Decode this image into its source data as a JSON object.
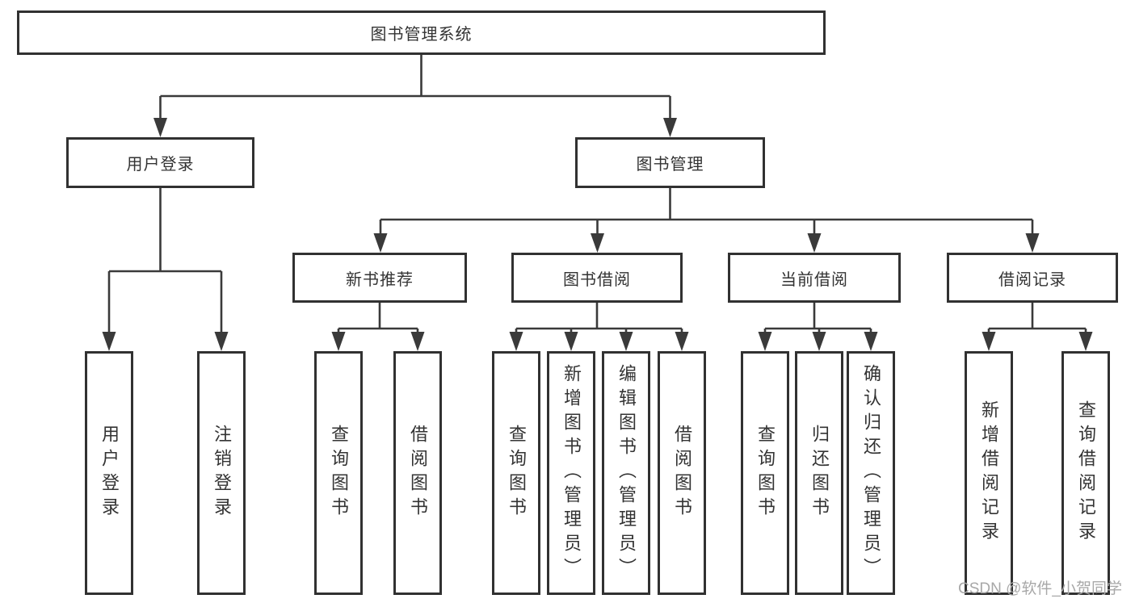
{
  "nodes": {
    "root": {
      "id": "library-management-system",
      "label": "图书管理系统"
    },
    "level2": [
      {
        "id": "user-login",
        "label": "用户登录",
        "parent": "图书管理系统"
      },
      {
        "id": "book-management",
        "label": "图书管理",
        "parent": "图书管理系统"
      }
    ],
    "level3": [
      {
        "id": "new-book-recommend",
        "label": "新书推荐",
        "parent": "图书管理"
      },
      {
        "id": "book-borrowing",
        "label": "图书借阅",
        "parent": "图书管理"
      },
      {
        "id": "current-borrowing",
        "label": "当前借阅",
        "parent": "图书管理"
      },
      {
        "id": "borrowing-records",
        "label": "借阅记录",
        "parent": "图书管理"
      }
    ],
    "leaves": [
      {
        "id": "user-login-leaf",
        "label": "用户登录",
        "parent": "用户登录"
      },
      {
        "id": "logout",
        "label": "注销登录",
        "parent": "用户登录"
      },
      {
        "id": "query-books-recommend",
        "label": "查询图书",
        "parent": "新书推荐"
      },
      {
        "id": "borrow-books-recommend",
        "label": "借阅图书",
        "parent": "新书推荐"
      },
      {
        "id": "query-books-borrowing",
        "label": "查询图书",
        "parent": "图书借阅"
      },
      {
        "id": "add-books-admin",
        "label": "新增图书（管理员）",
        "parent": "图书借阅"
      },
      {
        "id": "edit-books-admin",
        "label": "编辑图书（管理员）",
        "parent": "图书借阅"
      },
      {
        "id": "borrow-books",
        "label": "借阅图书",
        "parent": "图书借阅"
      },
      {
        "id": "query-books-current",
        "label": "查询图书",
        "parent": "当前借阅"
      },
      {
        "id": "return-books",
        "label": "归还图书",
        "parent": "当前借阅"
      },
      {
        "id": "confirm-return-admin",
        "label": "确认归还（管理员）",
        "parent": "当前借阅"
      },
      {
        "id": "add-borrowing-record",
        "label": "新增借阅记录",
        "parent": "借阅记录"
      },
      {
        "id": "query-borrowing-record",
        "label": "查询借阅记录",
        "parent": "借阅记录"
      }
    ]
  },
  "watermark": "CSDN @软件_小贺同学",
  "colors": {
    "line": "#3a3a3a",
    "border": "#313131",
    "text": "#333333",
    "watermark": "#a8a8a8",
    "background": "#ffffff"
  }
}
